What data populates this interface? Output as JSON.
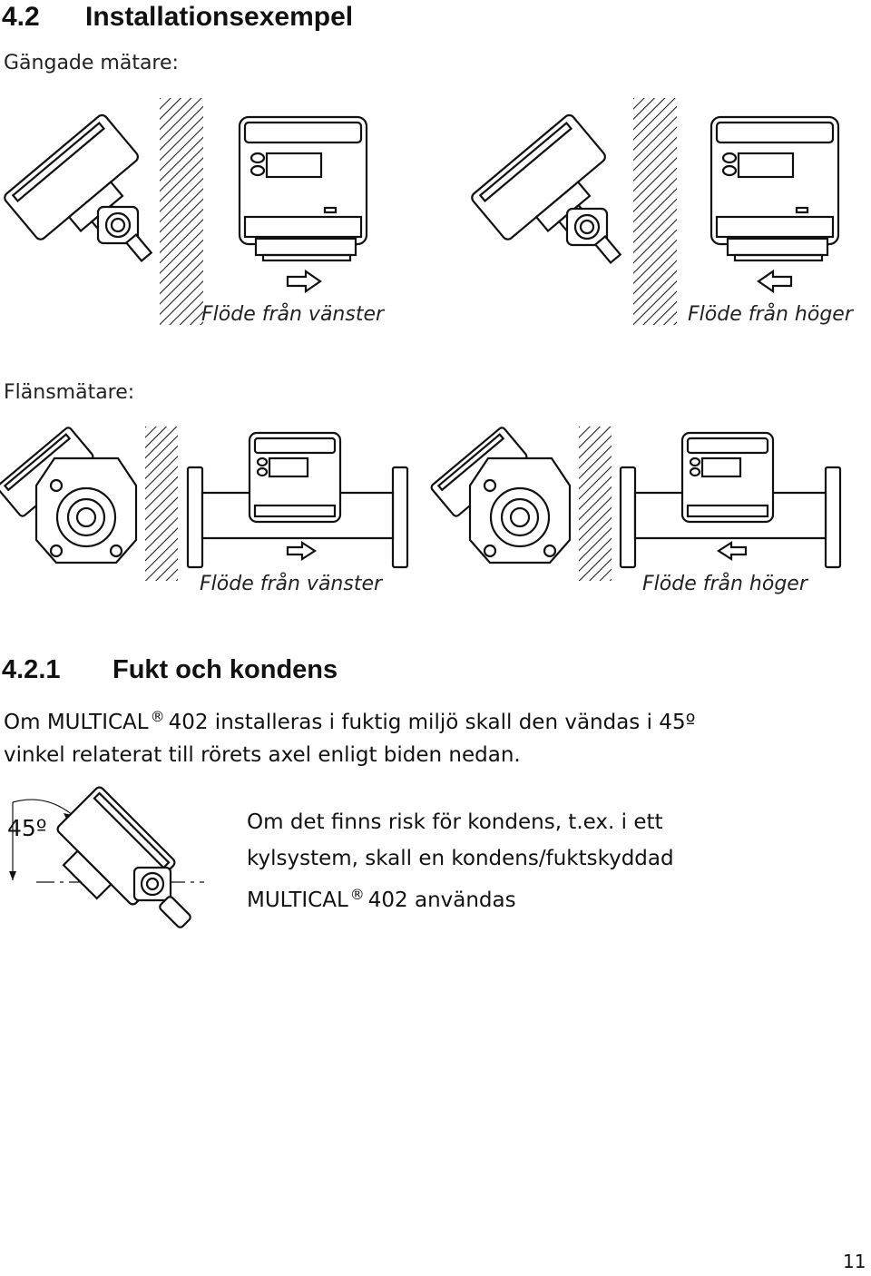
{
  "section": {
    "number": "4.2",
    "title": "Installationsexempel"
  },
  "threaded": {
    "label": "Gängade mätare:",
    "caption_left": "Flöde från vänster",
    "caption_right": "Flöde från höger"
  },
  "flanged": {
    "label": "Flänsmätare:",
    "caption_left": "Flöde från vänster",
    "caption_right": "Flöde från höger"
  },
  "subsection": {
    "number": "4.2.1",
    "title": "Fukt och kondens",
    "line1_a": "Om MULTICAL",
    "line1_sup": "®",
    "line1_b": "402 installeras i fuktig miljö skall den vändas i 45º",
    "line2": "vinkel relaterat till rörets axel enligt biden nedan."
  },
  "figure": {
    "angle_label": "45º",
    "note_line1": "Om det finns risk för kondens, t.ex. i ett",
    "note_line2": "kylsystem, skall en kondens/fuktskyddad",
    "note_line3_a": "MULTICAL",
    "note_line3_sup": "®",
    "note_line3_b": "402 användas"
  },
  "page_number": "11"
}
